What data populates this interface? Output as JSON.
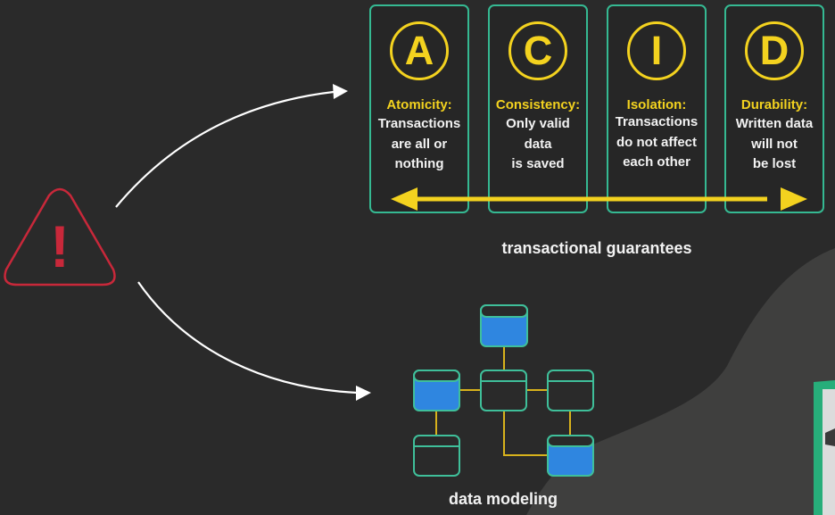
{
  "acid": [
    {
      "letter": "A",
      "term": "Atomicity:",
      "description": "Transactions\nare all or\nnothing"
    },
    {
      "letter": "C",
      "term": "Consistency:",
      "description": "Only valid\ndata\nis saved"
    },
    {
      "letter": "I",
      "term": "Isolation:",
      "description": "Transactions\ndo not affect\neach other"
    },
    {
      "letter": "D",
      "term": "Durability:",
      "description": "Written data\nwill not\nbe lost"
    }
  ],
  "captions": {
    "transactional": "transactional guarantees",
    "modeling": "data modeling"
  },
  "warning_symbol": "!",
  "colors": {
    "background": "#2a2a2a",
    "card_border": "#35b992",
    "accent_yellow": "#f3d21f",
    "warning_red": "#c8283a",
    "table_fill": "#2f86e0",
    "table_border": "#3fbf9a",
    "connector": "#d8b21c"
  },
  "icons": [
    "warning-triangle-icon",
    "double-arrow-icon",
    "curved-arrow-icon",
    "database-table-icon"
  ]
}
